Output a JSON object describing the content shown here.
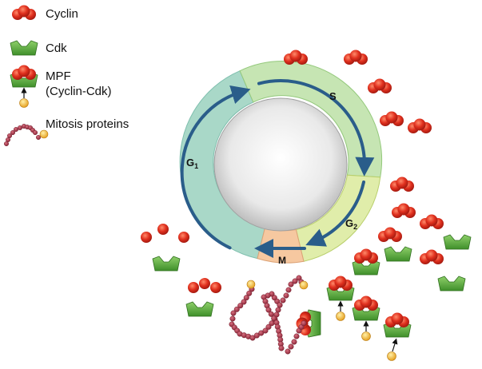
{
  "legend": {
    "cyclin": "Cyclin",
    "cdk": "Cdk",
    "mpf_line1": "MPF",
    "mpf_line2": "(Cyclin-Cdk)",
    "mitosis": "Mitosis proteins"
  },
  "phases": {
    "g1_main": "G",
    "g1_sub": "1",
    "s": "S",
    "g2_main": "G",
    "g2_sub": "2",
    "m": "M"
  },
  "colors": {
    "cyclin": "#e0301e",
    "cdk": "#5aab3a",
    "phosphate": "#f2b632",
    "mitosis_bead": "#a8394a",
    "g1": "#a9d8c8",
    "s": "#c6e5b3",
    "g2": "#e0edaa",
    "m": "#f6c8a0",
    "arrow": "#2a5d8a"
  }
}
